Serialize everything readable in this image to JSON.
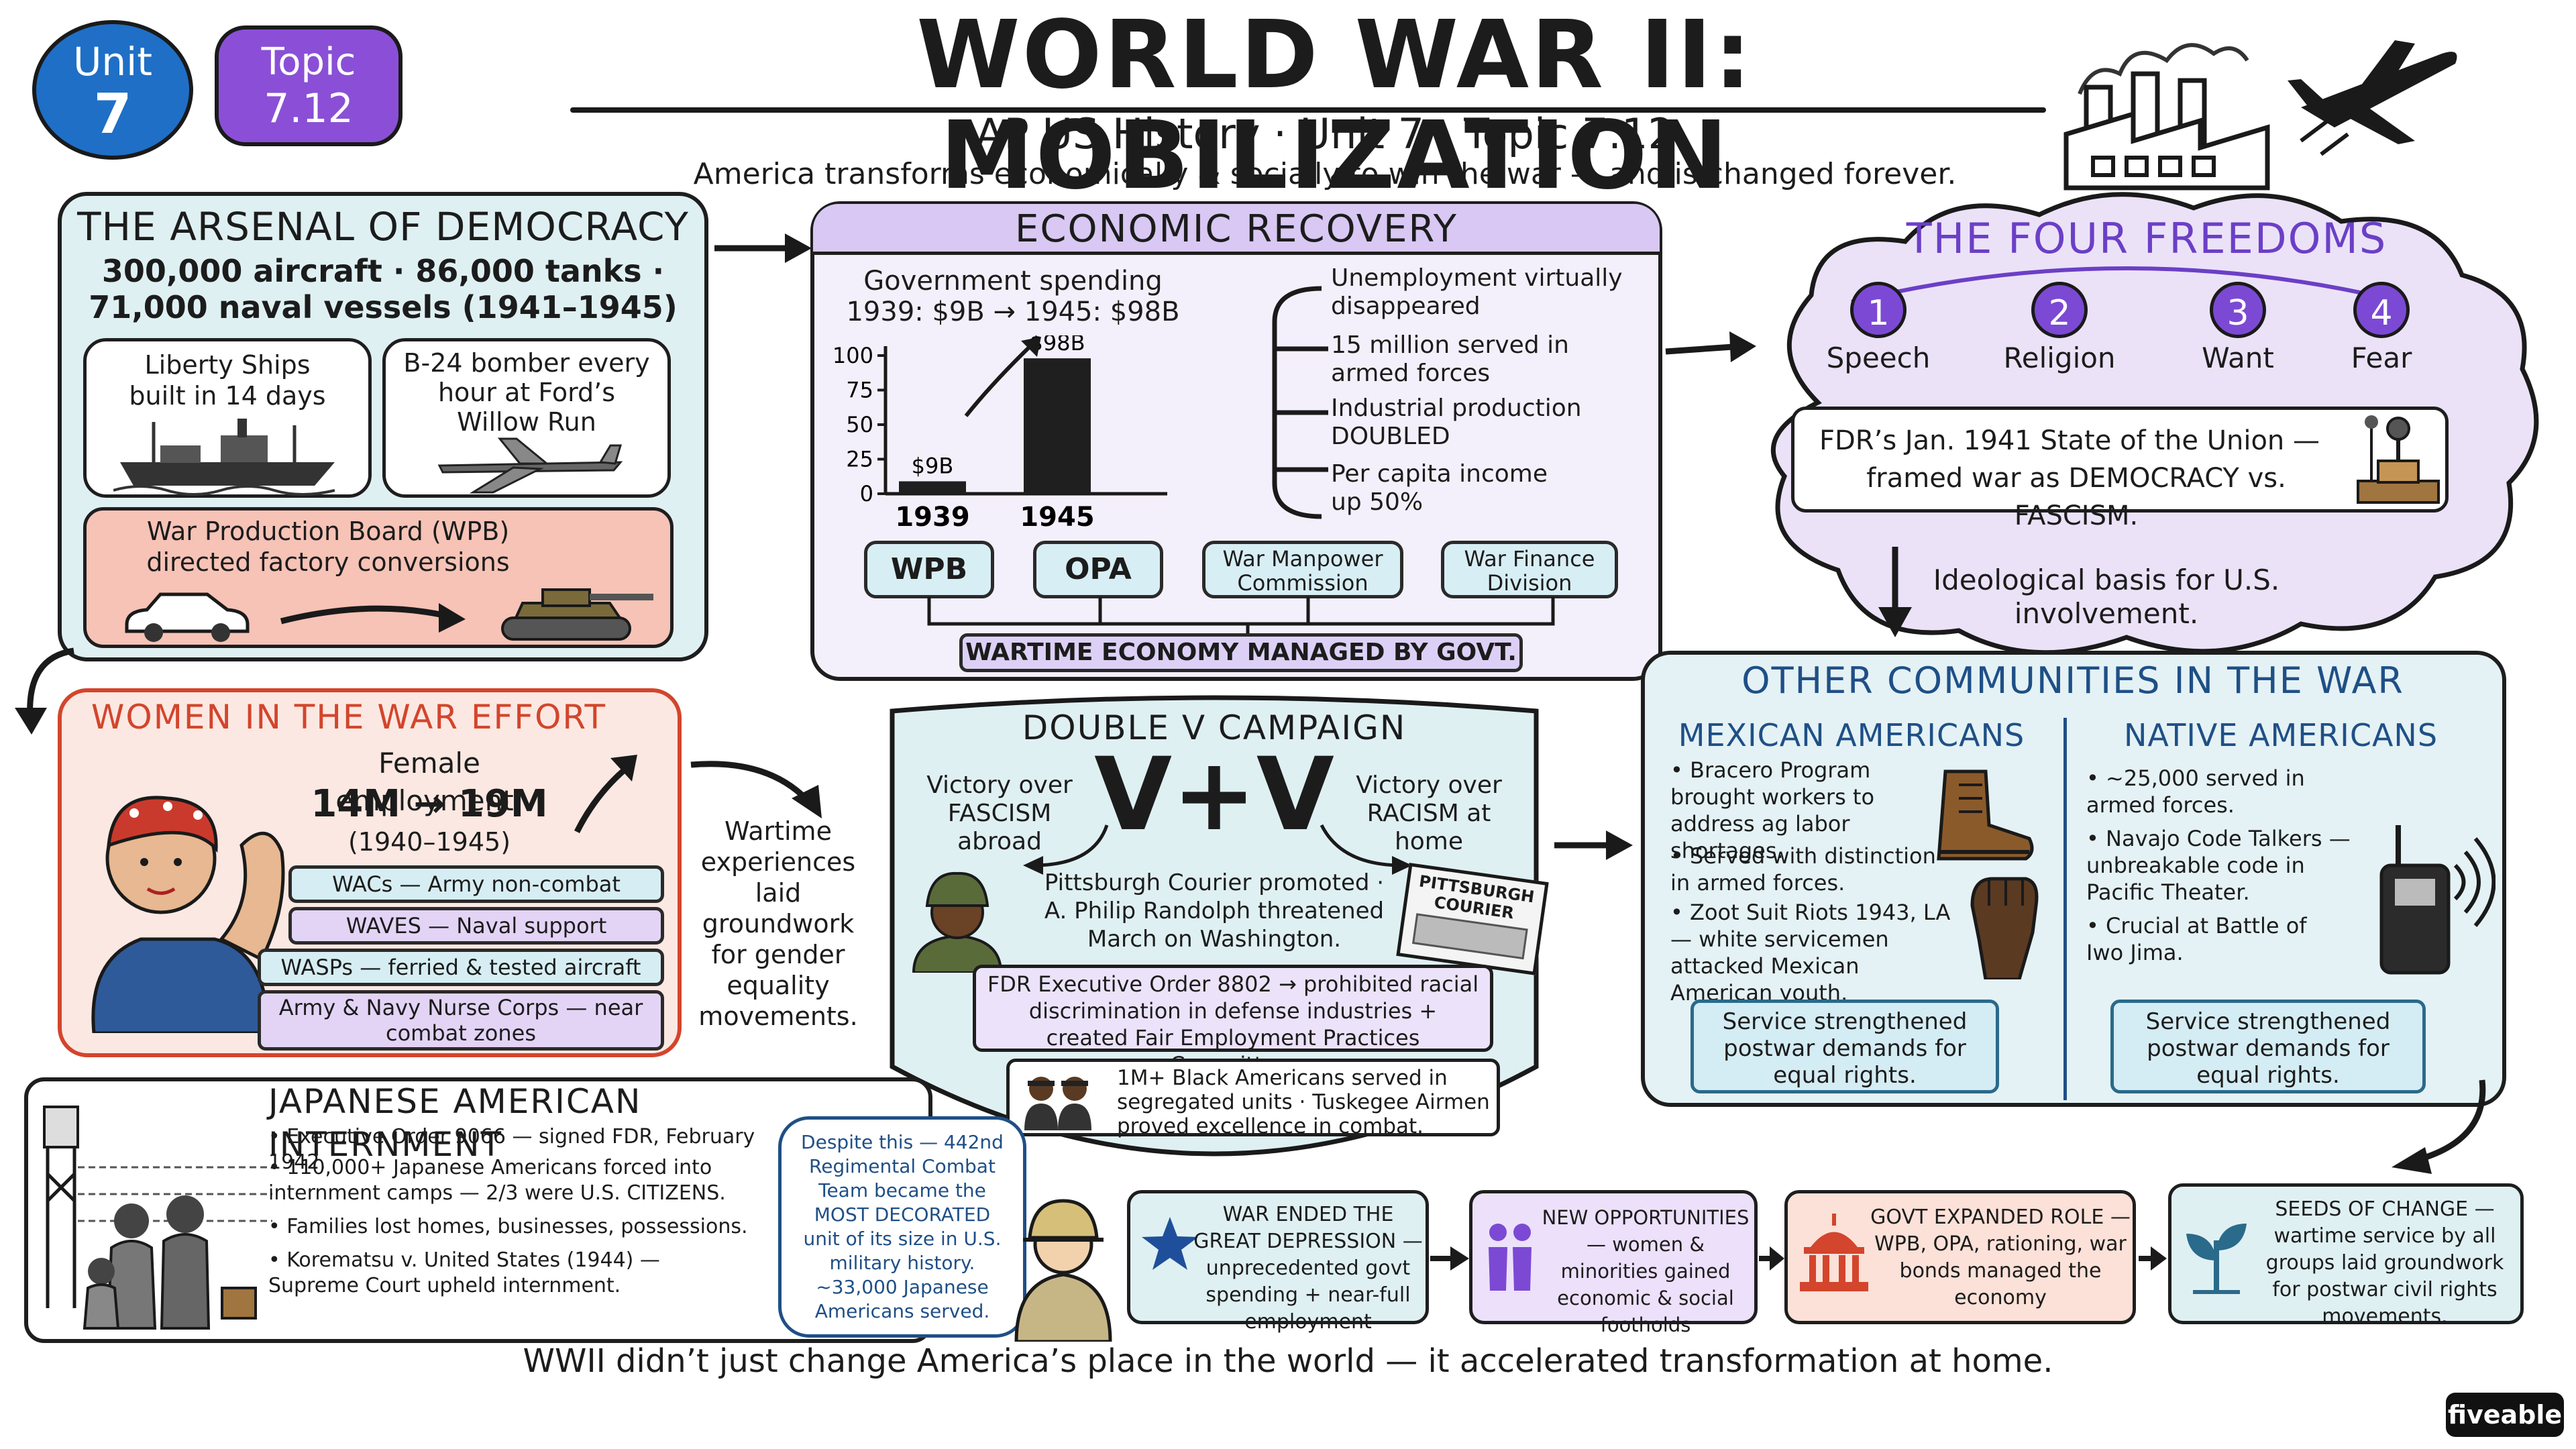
{
  "header": {
    "unit_badge": {
      "line1": "Unit",
      "line2": "7"
    },
    "topic_badge": {
      "line1": "Topic",
      "line2": "7.12"
    },
    "title": "WORLD WAR II: MOBILIZATION",
    "subtitle": "AP US History · Unit 7 · Topic 7.12",
    "tagline": "America transforms economically & socially to win the war — and is changed forever."
  },
  "arsenal": {
    "title": "THE ARSENAL OF DEMOCRACY",
    "stats_line1": "300,000 aircraft · 86,000 tanks ·",
    "stats_line2": "71,000 naval vessels (1941–1945)",
    "card1": "Liberty Ships built in 14 days",
    "card2": "B-24 bomber every hour at Ford’s Willow Run",
    "wpb": "War Production Board (WPB) directed factory conversions"
  },
  "economic": {
    "title": "ECONOMIC RECOVERY",
    "spending_label": "Government spending",
    "spending_detail": "1939: $9B → 1945: $98B",
    "facts": [
      "Unemployment virtually disappeared",
      "15 million served in armed forces",
      "Industrial production DOUBLED",
      "Per capita income up 50%"
    ],
    "agencies": [
      "WPB",
      "OPA",
      "War Manpower Commission",
      "War Finance Division"
    ],
    "footer": "WARTIME ECONOMY MANAGED BY GOVT."
  },
  "chart_data": {
    "type": "bar",
    "categories": [
      "1939",
      "1945"
    ],
    "values": [
      9,
      98
    ],
    "data_labels": [
      "$9B",
      "$98B"
    ],
    "yticks": [
      0,
      25,
      50,
      75,
      100
    ],
    "ylim": [
      0,
      100
    ],
    "title": "",
    "xlabel": "",
    "ylabel": ""
  },
  "freedoms": {
    "title": "THE FOUR FREEDOMS",
    "items": [
      {
        "num": "1",
        "label": "Speech"
      },
      {
        "num": "2",
        "label": "Religion"
      },
      {
        "num": "3",
        "label": "Want"
      },
      {
        "num": "4",
        "label": "Fear"
      }
    ],
    "fdr_line1": "FDR’s Jan. 1941 State of the Union —",
    "fdr_line2": "framed war as DEMOCRACY vs. FASCISM.",
    "basis_note": "Ideological basis for U.S. involvement."
  },
  "women": {
    "title": "WOMEN IN THE WAR EFFORT",
    "emp_label": "Female employment:",
    "emp_value": "14M → 19M",
    "emp_years": "(1940–1945)",
    "units": [
      "WACs — Army non-combat",
      "WAVES — Naval support",
      "WASPs — ferried & tested aircraft",
      "Army & Navy Nurse Corps — near combat zones"
    ],
    "note": "Wartime experiences laid groundwork for gender equality movements."
  },
  "double_v": {
    "title": "DOUBLE V CAMPAIGN",
    "v_mark": "V+V",
    "left_text": "Victory over FASCISM abroad",
    "right_text": "Victory over RACISM at home",
    "courier_line1": "Pittsburgh Courier promoted ·",
    "courier_line2": "A. Philip Randolph threatened",
    "courier_line3": "March on Washington.",
    "newspaper_label": "PITTSBURGH COURIER",
    "order_text": "FDR Executive Order 8802 → prohibited racial discrimination in defense industries + created Fair Employment Practices Committee.",
    "service_text": "1M+ Black Americans served in segregated units · Tuskegee Airmen proved excellence in combat."
  },
  "communities": {
    "title": "OTHER COMMUNITIES IN THE WAR",
    "mexican": {
      "title": "MEXICAN AMERICANS",
      "bullets": [
        "Bracero Program brought workers to address ag labor shortages.",
        "Served with distinction in armed forces.",
        "Zoot Suit Riots 1943, LA — white servicemen attacked Mexican American youth."
      ],
      "note": "Service strengthened postwar demands for equal rights."
    },
    "native": {
      "title": "NATIVE AMERICANS",
      "bullets": [
        "~25,000 served in armed forces.",
        "Navajo Code Talkers — unbreakable code in Pacific Theater.",
        "Crucial at Battle of Iwo Jima."
      ],
      "note": "Service strengthened postwar demands for equal rights."
    }
  },
  "internment": {
    "title": "JAPANESE AMERICAN INTERNMENT",
    "bullets": [
      "Executive Order 9066 — signed FDR, February 1942.",
      "110,000+ Japanese Americans forced into internment camps — 2/3 were U.S. CITIZENS.",
      "Families lost homes, businesses, possessions.",
      "Korematsu v. United States (1944) — Supreme Court upheld internment."
    ],
    "callout": "Despite this — 442nd Regimental Combat Team became the MOST DECORATED unit of its size in U.S. military history. ~33,000 Japanese Americans served."
  },
  "outcomes": [
    {
      "text": "WAR ENDED THE GREAT DEPRESSION — unprecedented govt spending + near-full employment"
    },
    {
      "text": "NEW OPPORTUNITIES — women & minorities gained economic & social footholds"
    },
    {
      "text": "GOVT EXPANDED ROLE — WPB, OPA, rationing, war bonds managed the economy"
    },
    {
      "text": "SEEDS OF CHANGE — wartime service by all groups laid groundwork for postwar civil rights movements."
    }
  ],
  "conclusion": "WWII didn’t just change America’s place in the world — it accelerated transformation at home.",
  "brand": "fiveable",
  "colors": {
    "blue_badge": "#1f6fc7",
    "purple_badge": "#8a4fd6",
    "teal_panel": "#dff0f3",
    "lavender_panel": "#efe7fa",
    "salmon_panel": "#f9ddd3",
    "red_title": "#d3452c",
    "navy_title": "#1f4f86",
    "purple_title": "#6b3fc6"
  }
}
